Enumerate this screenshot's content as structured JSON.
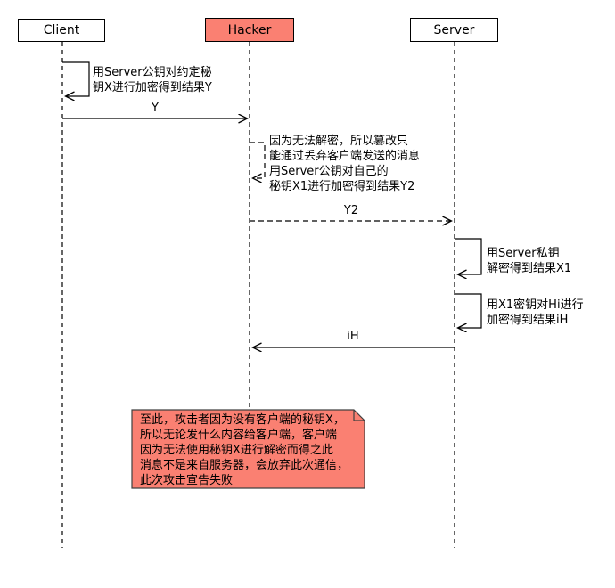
{
  "participants": [
    {
      "name": "Client"
    },
    {
      "name": "Hacker"
    },
    {
      "name": "Server"
    }
  ],
  "messages": [
    {
      "from": "Client",
      "to": "Hacker",
      "label": "Y",
      "line": "solid"
    },
    {
      "from": "Hacker",
      "to": "Server",
      "label": "Y2",
      "line": "dashed"
    },
    {
      "from": "Server",
      "to": "Hacker",
      "label": "iH",
      "line": "solid"
    }
  ],
  "self_messages": [
    {
      "actor": "Client",
      "text": "用Server公钥对约定秘\n钥X进行加密得到结果Y"
    },
    {
      "actor": "Hacker",
      "text": "因为无法解密，所以篡改只\n能通过丢弃客户端发送的消息\n用Server公钥对自己的\n秘钥X1进行加密得到结果Y2"
    },
    {
      "actor": "Server",
      "text": "用Server私钥\n解密得到结果X1"
    },
    {
      "actor": "Server",
      "text": "用X1密钥对Hi进行\n加密得到结果iH"
    }
  ],
  "note": {
    "text": "至此，攻击者因为没有客户端的秘钥X，\n所以无论发什么内容给客户端，客户端\n因为无法使用秘钥X进行解密而得之此\n消息不是来自服务器，会放弃此次通信，\n此次攻击宣告失败"
  },
  "colors": {
    "attacker_fill": "#FA8072",
    "note_fill": "#FA8072",
    "note_border": "#404040",
    "line_color": "#000000"
  }
}
